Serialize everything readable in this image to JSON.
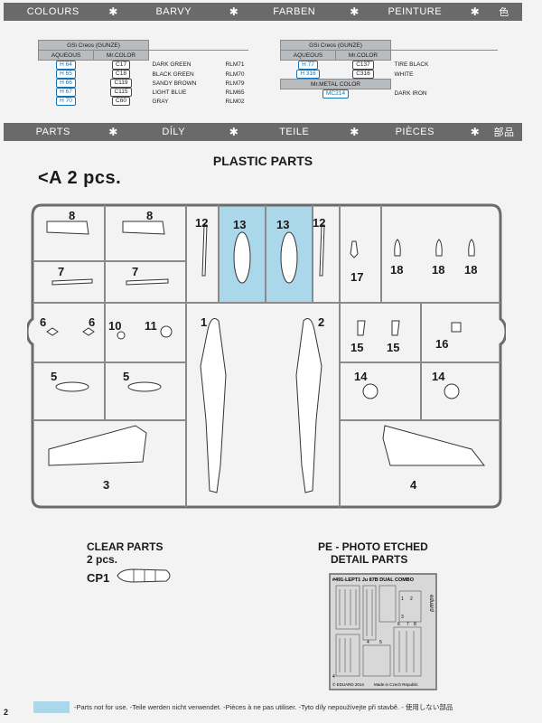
{
  "bands": {
    "colours": [
      "COLOURS",
      "BARVY",
      "FARBEN",
      "PEINTURE",
      "色"
    ],
    "parts": [
      "PARTS",
      "DÍLY",
      "TEILE",
      "PIÈCES",
      "部品"
    ]
  },
  "paints_left": {
    "header": "GSi Creos (GUNZE)",
    "col_aqueous": "AQUEOUS",
    "col_mrcolor": "Mr.COLOR",
    "rows": [
      {
        "aq": "H 64",
        "mc": "C17",
        "name": "DARK GREEN",
        "rlm": "RLM71"
      },
      {
        "aq": "H 65",
        "mc": "C18",
        "name": "BLACK GREEN",
        "rlm": "RLM70"
      },
      {
        "aq": "H 66",
        "mc": "C119",
        "name": "SANDY BROWN",
        "rlm": "RLM79"
      },
      {
        "aq": "H 67",
        "mc": "C115",
        "name": "LIGHT BLUE",
        "rlm": "RLM65"
      },
      {
        "aq": "H 70",
        "mc": "C60",
        "name": "GRAY",
        "rlm": "RLM02"
      }
    ]
  },
  "paints_right": {
    "header": "GSi Creos (GUNZE)",
    "col_aqueous": "AQUEOUS",
    "col_mrcolor": "Mr.COLOR",
    "rows": [
      {
        "aq": "H 77",
        "mc": "C137",
        "name": "TIRE BLACK"
      },
      {
        "aq": "H 316",
        "mc": "C316",
        "name": "WHITE"
      }
    ],
    "metal_header": "Mr.METAL COLOR",
    "metal_rows": [
      {
        "code": "MC214",
        "name": "DARK IRON"
      }
    ]
  },
  "plastic": {
    "title": "PLASTIC PARTS",
    "sprue_label": "<A  2 pcs.",
    "part_numbers": {
      "p8a": "8",
      "p8b": "8",
      "p7a": "7",
      "p7b": "7",
      "p6a": "6",
      "p6b": "6",
      "p10": "10",
      "p11": "11",
      "p5a": "5",
      "p5b": "5",
      "p3": "3",
      "p12a": "12",
      "p12b": "12",
      "p13a": "13",
      "p13b": "13",
      "p1": "1",
      "p2": "2",
      "p17": "17",
      "p18a": "18",
      "p18b": "18",
      "p18c": "18",
      "p15a": "15",
      "p15b": "15",
      "p16": "16",
      "p14a": "14",
      "p14b": "14",
      "p4": "4"
    }
  },
  "clear": {
    "title": "CLEAR PARTS",
    "count": "2 pcs.",
    "cp1": "CP1"
  },
  "pe": {
    "title_line1": "PE - PHOTO ETCHED",
    "title_line2": "DETAIL  PARTS",
    "fret_label": "#491-LEPT1  Ju 87B DUAL COMBO",
    "fret_brand": "eduard",
    "fret_footer_left": "© EDUARD 2014",
    "fret_footer_right": "Made in Czech Republic",
    "nums": [
      "1",
      "2",
      "3",
      "4",
      "5",
      "6",
      "7",
      "8",
      "4"
    ]
  },
  "legend": {
    "text": "-Parts not for use. -Teile werden nicht verwendet. -Pièces à ne pas utiliser. -Tyto díly nepoužívejte při stavbě. - 使用しない部品"
  },
  "page_number": "2",
  "colors": {
    "band": "#6a6a6a",
    "unused_part": "#aad7ea",
    "aqueous_code": "#1673b3"
  }
}
